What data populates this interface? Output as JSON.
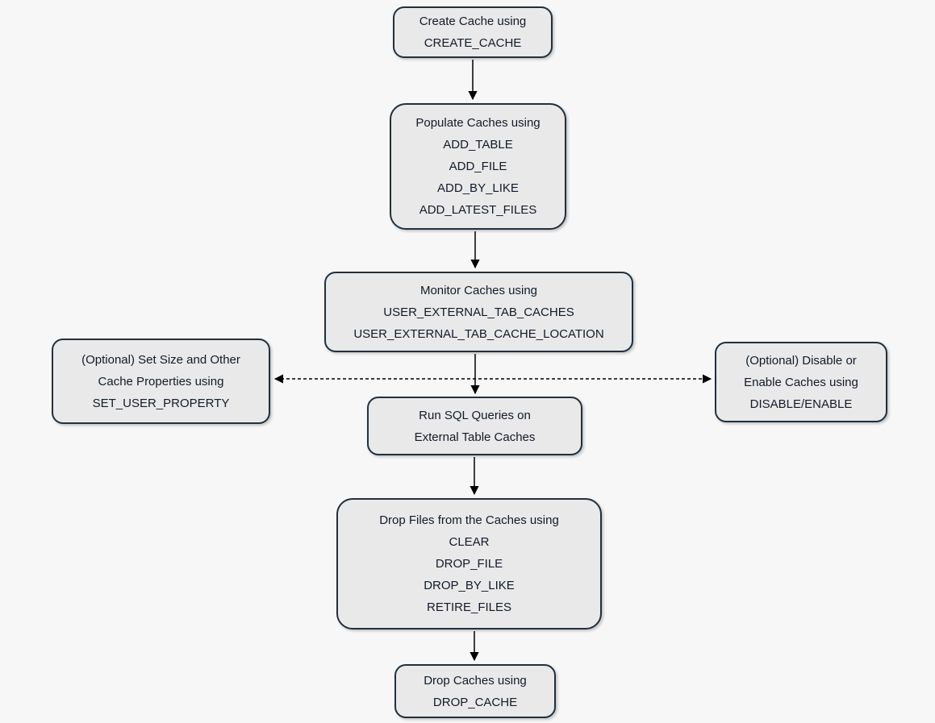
{
  "diagram": {
    "title": "External table cache lifecycle flowchart",
    "colors": {
      "background": "#f7f7f7",
      "node_fill": "#e9e9e9",
      "node_border": "#20303f",
      "text": "#121b29",
      "arrow": "#000000"
    },
    "nodes": {
      "create_cache": {
        "lines": [
          "Create Cache using",
          "CREATE_CACHE"
        ]
      },
      "populate_caches": {
        "lines": [
          "Populate Caches using",
          "ADD_TABLE",
          "ADD_FILE",
          "ADD_BY_LIKE",
          "ADD_LATEST_FILES"
        ]
      },
      "monitor_caches": {
        "lines": [
          "Monitor Caches using",
          "USER_EXTERNAL_TAB_CACHES",
          "USER_EXTERNAL_TAB_CACHE_LOCATION"
        ]
      },
      "set_properties": {
        "lines": [
          "(Optional) Set Size and Other",
          "Cache Properties using",
          "SET_USER_PROPERTY"
        ]
      },
      "run_queries": {
        "lines": [
          "Run SQL Queries on",
          "External Table Caches"
        ]
      },
      "disable_enable": {
        "lines": [
          "(Optional) Disable or",
          "Enable Caches using",
          "DISABLE/ENABLE"
        ]
      },
      "drop_files": {
        "lines": [
          "Drop Files from the Caches using",
          "CLEAR",
          "DROP_FILE",
          "DROP_BY_LIKE",
          "RETIRE_FILES"
        ]
      },
      "drop_caches": {
        "lines": [
          "Drop Caches using",
          "DROP_CACHE"
        ]
      }
    },
    "edges": [
      {
        "from": "create_cache",
        "to": "populate_caches",
        "style": "solid"
      },
      {
        "from": "populate_caches",
        "to": "monitor_caches",
        "style": "solid"
      },
      {
        "from": "monitor_caches",
        "to": "run_queries",
        "style": "solid"
      },
      {
        "from": "run_queries",
        "to": "drop_files",
        "style": "solid"
      },
      {
        "from": "drop_files",
        "to": "drop_caches",
        "style": "solid"
      },
      {
        "from": "set_properties",
        "to": "disable_enable",
        "style": "dashed-double-arrow"
      }
    ]
  }
}
